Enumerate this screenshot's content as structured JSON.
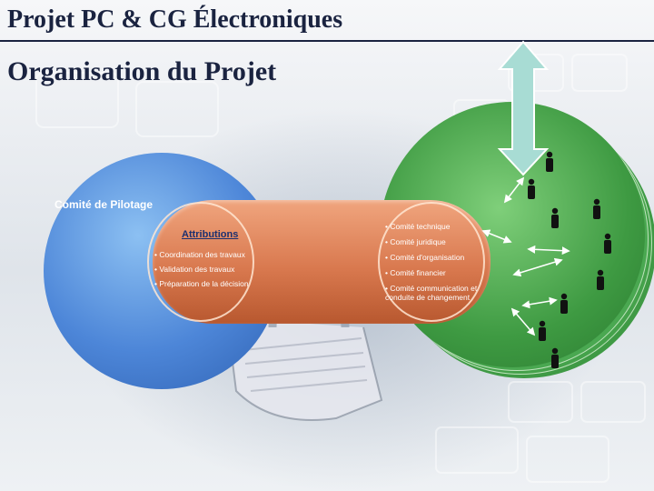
{
  "header": {
    "title": "Projet PC & CG Électroniques",
    "subtitle": "Organisation du Projet"
  },
  "blue_circle": {
    "label": "Comité de Pilotage",
    "attributions_title": "Attributions",
    "attributions": [
      "• Coordination des travaux",
      "• Validation des travaux",
      "• Préparation de la décision"
    ]
  },
  "committees": [
    "• Comité technique",
    "• Comité juridique",
    "• Comité d'organisation",
    "• Comité financier",
    "• Comité communication et conduite de changement"
  ],
  "icons": {
    "people": "person-icon",
    "arrows": "double-arrow-icon",
    "escalation": "up-down-arrow-icon"
  },
  "colors": {
    "title": "#1a2340",
    "blue": "#4d86d8",
    "green": "#3e9a42",
    "orange": "#d9794f",
    "arrow_fill": "#a8dcd4"
  }
}
